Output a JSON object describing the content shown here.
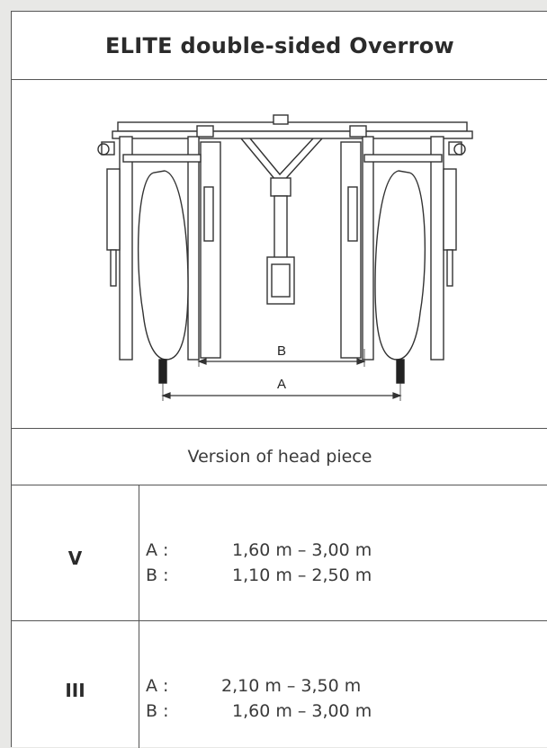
{
  "title": "ELITE double-sided Overrow",
  "drawing": {
    "label_b": "B",
    "label_a": "A"
  },
  "section_label": "Version of head piece",
  "versions": [
    {
      "code": "V",
      "a_label": "A :",
      "a_value": "1,60 m – 3,00 m",
      "b_label": "B :",
      "b_value": "1,10 m – 2,50 m"
    },
    {
      "code": "III",
      "a_label": "A :",
      "a_value": "2,10 m – 3,50 m",
      "b_label": "B :",
      "b_value": "1,60 m – 3,00 m"
    }
  ]
}
